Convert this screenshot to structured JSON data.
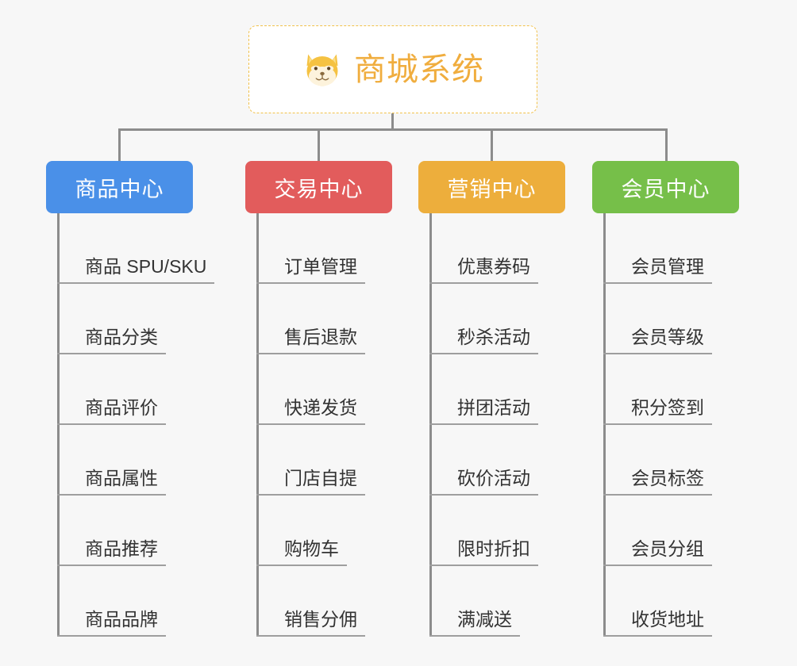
{
  "diagram": {
    "type": "org-chart",
    "title": "商城系统",
    "logo_icon": "shiba-dog-face-icon",
    "background_color": "#f7f7f7",
    "connector_color": "#8c8c8c",
    "root": {
      "label": "商城系统",
      "text_color": "#f0ad3e",
      "border_color": "#f2c14a",
      "background_color": "#ffffff"
    },
    "branches": [
      {
        "label": "商品中心",
        "color": "#4a90e8",
        "items": [
          "商品 SPU/SKU",
          "商品分类",
          "商品评价",
          "商品属性",
          "商品推荐",
          "商品品牌"
        ]
      },
      {
        "label": "交易中心",
        "color": "#e25c5c",
        "items": [
          "订单管理",
          "售后退款",
          "快递发货",
          "门店自提",
          "购物车",
          "销售分佣"
        ]
      },
      {
        "label": "营销中心",
        "color": "#edae3c",
        "items": [
          "优惠券码",
          "秒杀活动",
          "拼团活动",
          "砍价活动",
          "限时折扣",
          "满减送"
        ]
      },
      {
        "label": "会员中心",
        "color": "#76bf49",
        "items": [
          "会员管理",
          "会员等级",
          "积分签到",
          "会员标签",
          "会员分组",
          "收货地址"
        ]
      }
    ]
  }
}
